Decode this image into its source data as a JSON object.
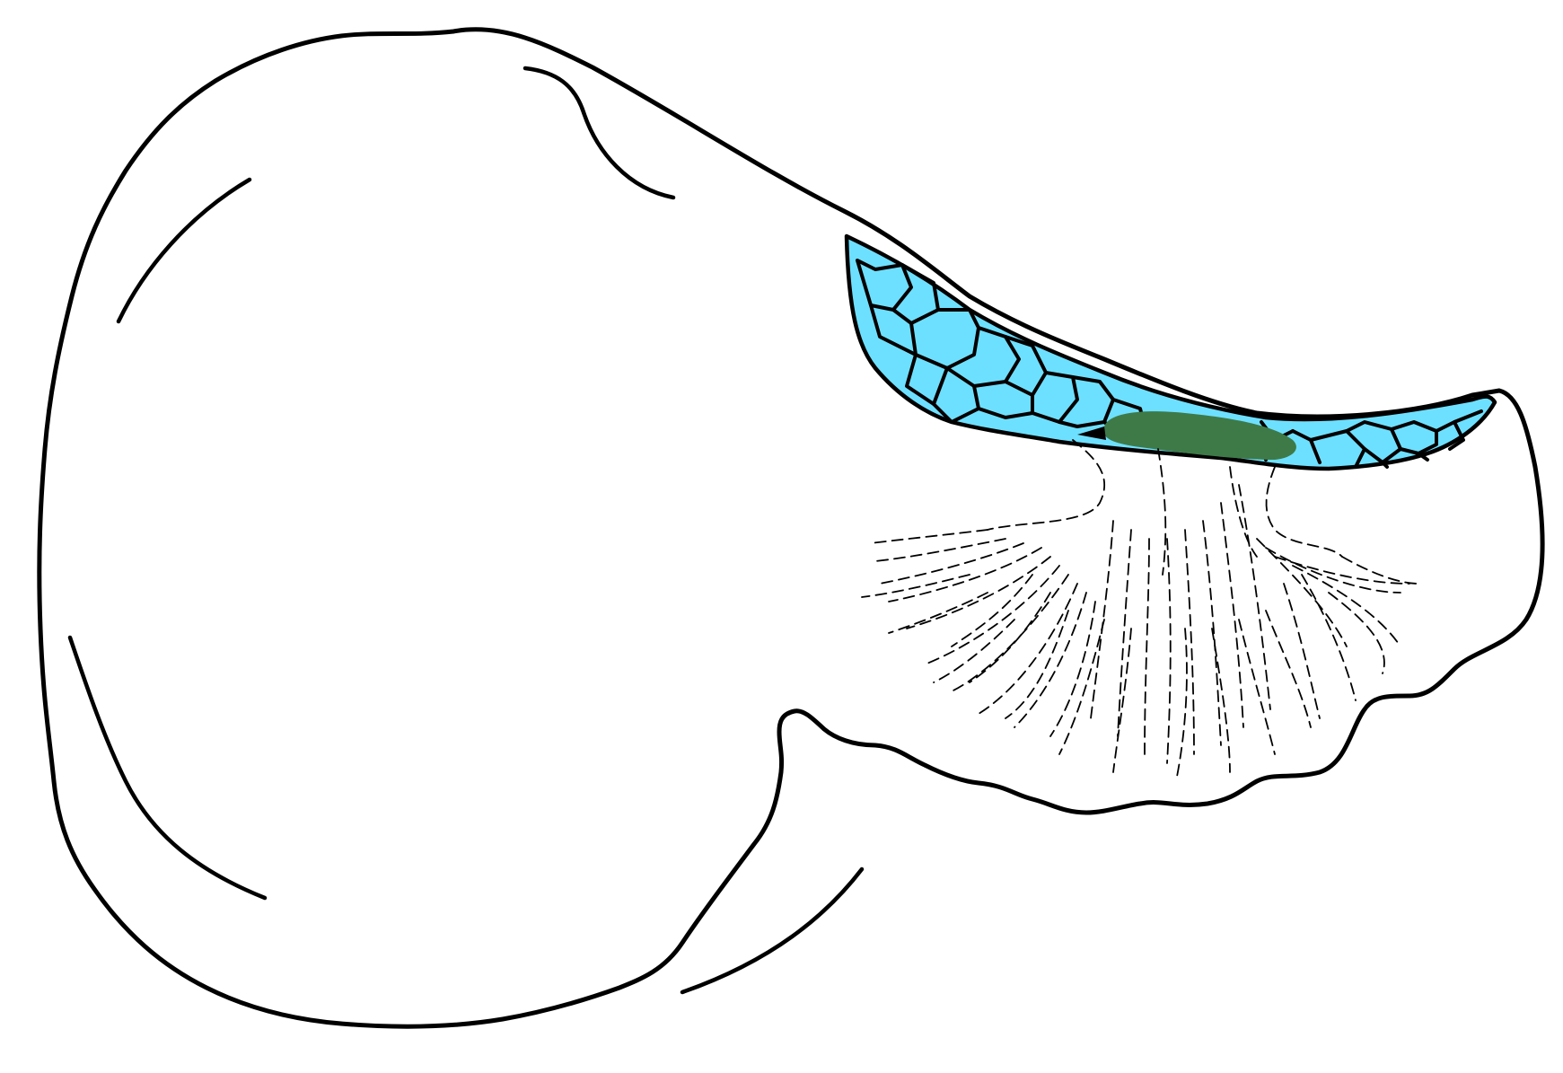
{
  "diagram": {
    "colors": {
      "outline": "#000000",
      "background": "#ffffff",
      "cell_layer": "#6ee0ff",
      "green_structure": "#3e7a47"
    },
    "parts": [
      "outer-outline",
      "blue-cell-layer",
      "green-elongated-structure",
      "dashed-radiating-filaments"
    ]
  }
}
